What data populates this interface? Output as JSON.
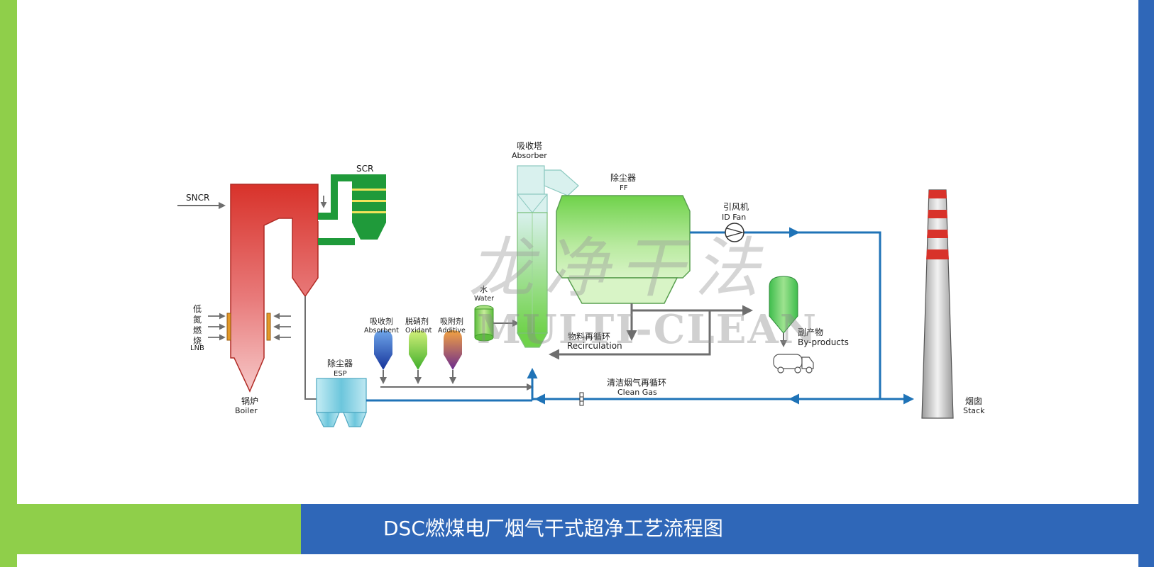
{
  "colors": {
    "frame_green": "#8fcf4a",
    "frame_blue": "#2f67b8",
    "pipe_blue": "#1f73b7",
    "pipe_gray": "#6e6e6e",
    "scr_green": "#1f9a3a",
    "boiler_red": "#d8322a"
  },
  "labels": {
    "sncr": "SNCR",
    "scr": "SCR",
    "lnb_1": "低",
    "lnb_2": "氮",
    "lnb_3": "燃",
    "lnb_4": "烧",
    "lnb_en": "LNB",
    "boiler_cn": "锅炉",
    "boiler_en": "Boiler",
    "esp_cn": "除尘器",
    "esp_en": "ESP",
    "absorbent_cn": "吸收剂",
    "absorbent_en": "Absorbent",
    "oxidant_cn": "脱硝剂",
    "oxidant_en": "Oxidant",
    "additive_cn": "吸附剂",
    "additive_en": "Additive",
    "water_cn": "水",
    "water_en": "Water",
    "absorber_cn": "吸收塔",
    "absorber_en": "Absorber",
    "ff_cn": "除尘器",
    "ff_en": "FF",
    "idfan_cn": "引风机",
    "idfan_en": "ID Fan",
    "recirc_cn": "物料再循环",
    "recirc_en": "Recirculation",
    "byproducts_cn": "副产物",
    "byproducts_en": "By-products",
    "cleangas_cn": "清洁烟气再循环",
    "cleangas_en": "Clean Gas",
    "stack_cn": "烟囱",
    "stack_en": "Stack"
  },
  "watermark": {
    "cn": "龙净干法",
    "en": "MULTI-CLEAN"
  },
  "caption": "DSC燃煤电厂烟气干式超净工艺流程图"
}
